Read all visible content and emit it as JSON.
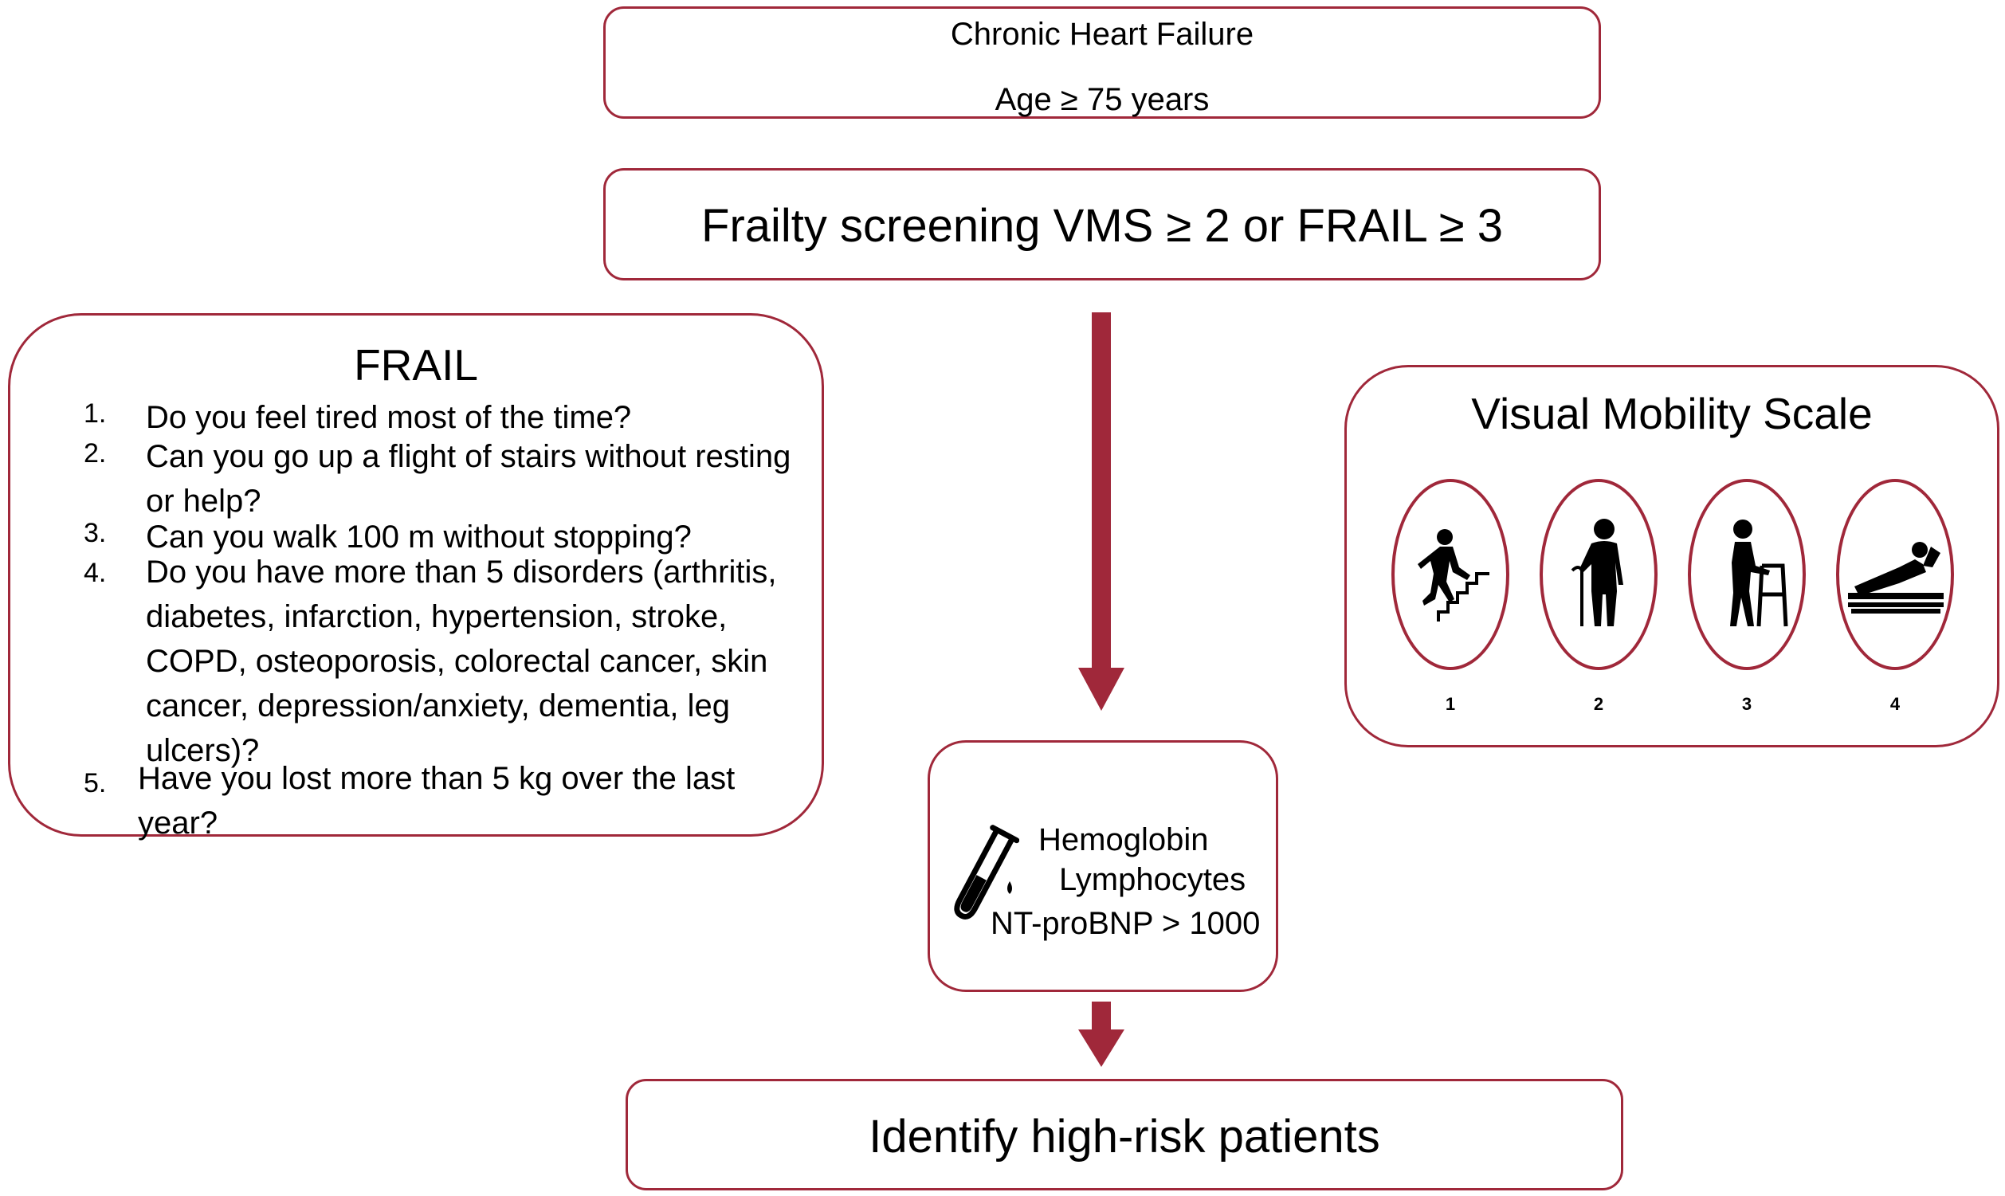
{
  "criteria": {
    "line1": "Chronic Heart Failure",
    "line2": "Age ≥ 75 years"
  },
  "screening": {
    "label": "Frailty screening VMS ≥ 2 or FRAIL ≥ 3"
  },
  "frail": {
    "title": "FRAIL",
    "items": [
      {
        "num": "1.",
        "lines": [
          "Do you feel tired most of the time?"
        ]
      },
      {
        "num": "2.",
        "lines": [
          "Can you go up a flight of stairs without resting",
          "or help?"
        ]
      },
      {
        "num": "3.",
        "lines": [
          "Can you walk 100 m without stopping?"
        ]
      },
      {
        "num": "4.",
        "lines": [
          "Do you have more than 5 disorders (arthritis,",
          "diabetes, infarction, hypertension, stroke,",
          "COPD, osteoporosis, colorectal cancer, skin",
          "cancer, depression/anxiety, dementia, leg",
          "ulcers)?"
        ]
      },
      {
        "num": "5.",
        "lines": [
          "Have you lost more than 5 kg over the last year?"
        ]
      }
    ]
  },
  "vms": {
    "title": "Visual Mobility Scale",
    "levels": [
      {
        "num": "1",
        "icon": "person-climbing-stairs-icon"
      },
      {
        "num": "2",
        "icon": "elderly-person-with-cane-icon"
      },
      {
        "num": "3",
        "icon": "person-with-walker-icon"
      },
      {
        "num": "4",
        "icon": "person-in-bed-icon"
      }
    ]
  },
  "blood": {
    "icon": "test-tube-icon",
    "lines": [
      "Hemoglobin",
      "Lymphocytes",
      "NT-proBNP > 1000"
    ]
  },
  "outcome": {
    "label": "Identify high-risk patients"
  },
  "colors": {
    "accent": "#a0283a",
    "arrow": "#a0283a"
  }
}
